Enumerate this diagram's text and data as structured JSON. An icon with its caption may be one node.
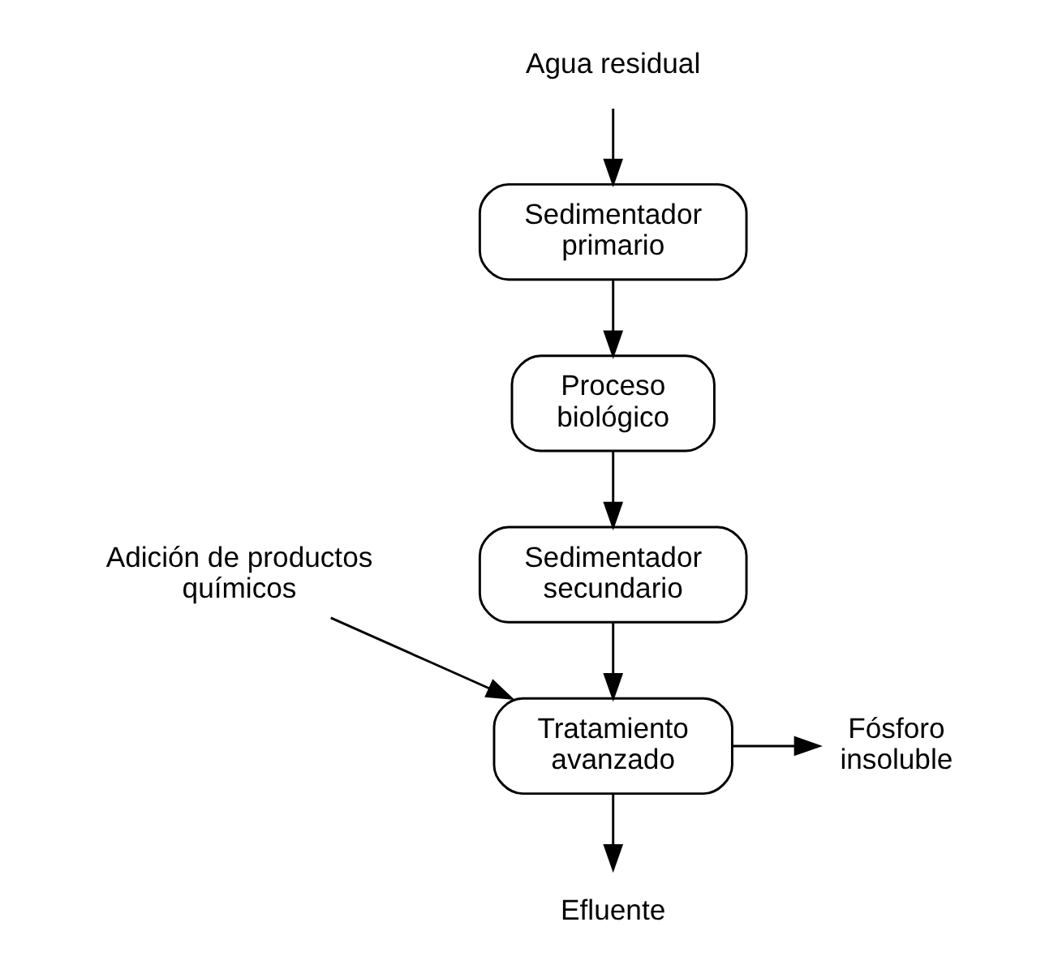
{
  "diagram": {
    "nodes": [
      {
        "text": [
          "Agua residual"
        ]
      },
      {
        "text": [
          "Sedimentador primario"
        ]
      },
      {
        "text": [
          "Proceso biológico"
        ]
      },
      {
        "text": [
          "Sedimentador secundario"
        ]
      },
      {
        "text": [
          "Adición de productos químicos"
        ]
      },
      {
        "text": [
          "Tratamiento avanzado"
        ]
      },
      {
        "text": [
          "Fósforo insoluble"
        ]
      },
      {
        "text": [
          "Efluente"
        ]
      }
    ],
    "edges": [
      {
        "from": 0,
        "to": 1,
        "arrow": "to"
      },
      {
        "from": 1,
        "to": 2,
        "arrow": "to"
      },
      {
        "from": 2,
        "to": 3,
        "arrow": "to"
      },
      {
        "from": 3,
        "to": 5,
        "arrow": "to"
      },
      {
        "from": 4,
        "to": 5,
        "arrow": "to"
      },
      {
        "from": 5,
        "to": 6,
        "arrow": "to"
      },
      {
        "from": 5,
        "to": 7,
        "arrow": "to"
      }
    ]
  }
}
